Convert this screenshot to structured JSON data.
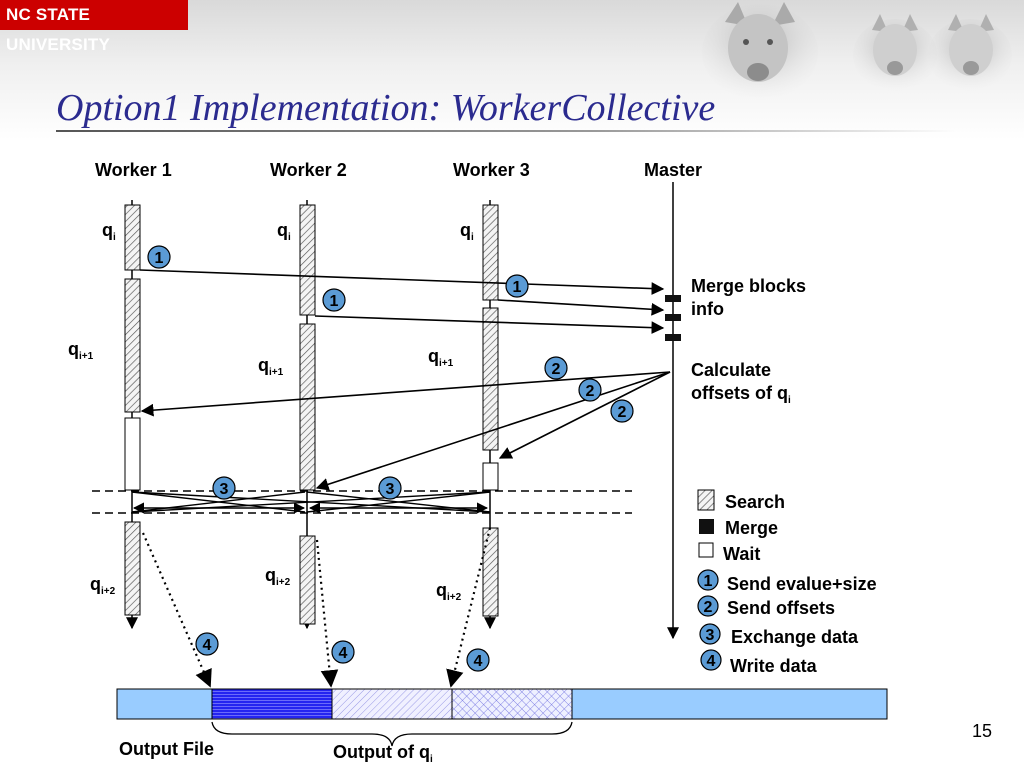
{
  "branding": {
    "university": "NC STATE UNIVERSITY"
  },
  "slide": {
    "title": "Option1 Implementation: WorkerCollective",
    "page_number": "15"
  },
  "diagram": {
    "columns": [
      {
        "label": "Worker 1"
      },
      {
        "label": "Worker 2"
      },
      {
        "label": "Worker 3"
      },
      {
        "label": "Master"
      }
    ],
    "phase_labels": {
      "qi": "q",
      "qi_sub": "i",
      "qi1": "q",
      "qi1_sub": "i+1",
      "qi2": "q",
      "qi2_sub": "i+2"
    },
    "master_notes": {
      "merge_line1": "Merge blocks",
      "merge_line2": "info",
      "calc_line1": "Calculate",
      "calc_line2": "offsets of q",
      "calc_sub": "i"
    },
    "steps": {
      "s1": "1",
      "s2": "2",
      "s3": "3",
      "s4": "4"
    },
    "legend": {
      "search": "Search",
      "merge": "Merge",
      "wait": "Wait",
      "step1": "Send evalue+size",
      "step2": "Send offsets",
      "step3": "Exchange data",
      "step4": "Write data"
    },
    "output": {
      "file_label": "Output File",
      "qi_label": "Output of q",
      "qi_sub": "i"
    }
  },
  "colors": {
    "title": "#2b2b8f",
    "brand_red": "#cc0000",
    "step_circle": "#5b9bd5",
    "output_file": "#99ccff",
    "output_dense": "#3333ff"
  }
}
